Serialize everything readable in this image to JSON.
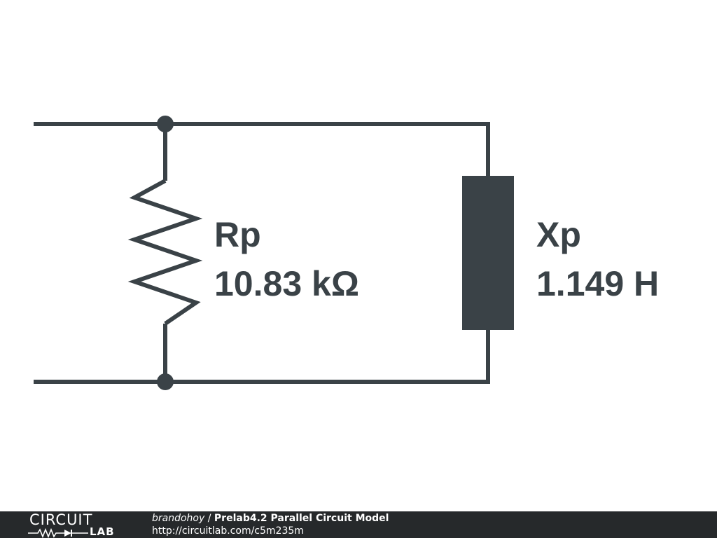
{
  "schematic": {
    "resistor": {
      "name": "Rp",
      "value": "10.83 kΩ"
    },
    "inductor": {
      "name": "Xp",
      "value": "1.149 H"
    },
    "colors": {
      "wire": "#3a4247",
      "component_fill": "#3a4247"
    }
  },
  "footer": {
    "logo_top": "CIRCUIT",
    "logo_bottom": "LAB",
    "author": "brandohoy",
    "separator": " / ",
    "title": "Prelab4.2 Parallel Circuit Model",
    "url": "http://circuitlab.com/c5m235m",
    "colors": {
      "background": "#26292b",
      "text": "#ffffff"
    }
  }
}
